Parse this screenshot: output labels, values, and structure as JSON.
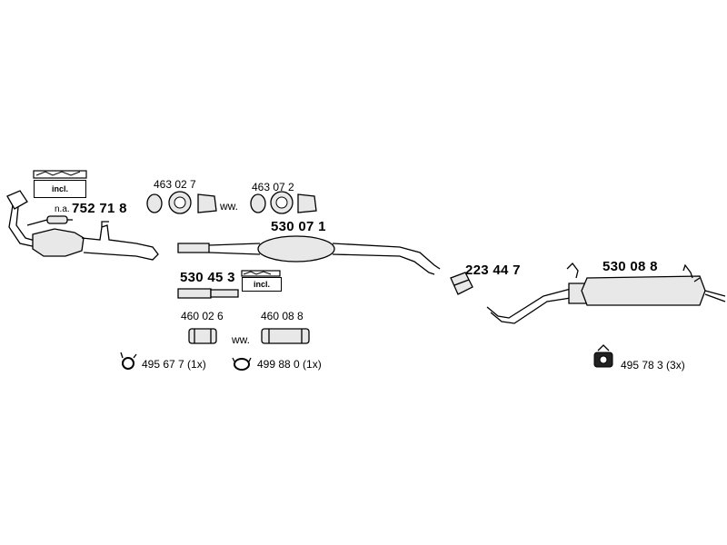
{
  "parts": {
    "catalyst_number": "752 71 8",
    "catalyst_prefix": "n.a.",
    "incl_label": "incl.",
    "clamp_463027": "463 02 7",
    "clamp_463072": "463 07 2",
    "ww_label": "ww.",
    "middle_muffler": "530 07 1",
    "front_pipe": "530 45 3",
    "sleeve_460026": "460 02 6",
    "sleeve_460088": "460 08 8",
    "clamp_223447": "223 44 7",
    "rear_muffler": "530 08 8",
    "ring_495677": "495 67 7 (1x)",
    "gasket_499880": "499 88 0 (1x)",
    "hanger_495783": "495 78 3 (3x)"
  },
  "colors": {
    "line": "#000000",
    "fill": "#e8e8e8",
    "background": "#ffffff"
  }
}
